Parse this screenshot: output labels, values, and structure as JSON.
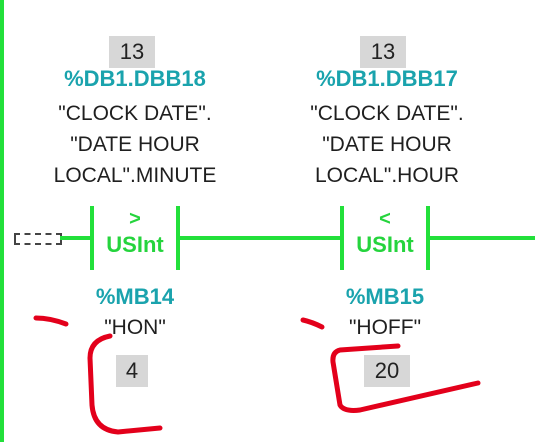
{
  "contact_gt": {
    "value_top": "13",
    "address_top": "%DB1.DBB18",
    "symbol_top": [
      "\"CLOCK DATE\".",
      "\"DATE HOUR",
      "LOCAL\".MINUTE"
    ],
    "operator": ">",
    "datatype": "USInt",
    "address_bottom": "%MB14",
    "symbol_bottom": "\"HON\"",
    "value_bottom": "4"
  },
  "contact_lt": {
    "value_top": "13",
    "address_top": "%DB1.DBB17",
    "symbol_top": [
      "\"CLOCK DATE\".",
      "\"DATE HOUR",
      "LOCAL\".HOUR"
    ],
    "operator": "<",
    "datatype": "USInt",
    "address_bottom": "%MB15",
    "symbol_bottom": "\"HOFF\"",
    "value_bottom": "20"
  },
  "colors": {
    "wire": "#22e03a",
    "address": "#1aa3ad",
    "annotation": "#e3001b"
  }
}
